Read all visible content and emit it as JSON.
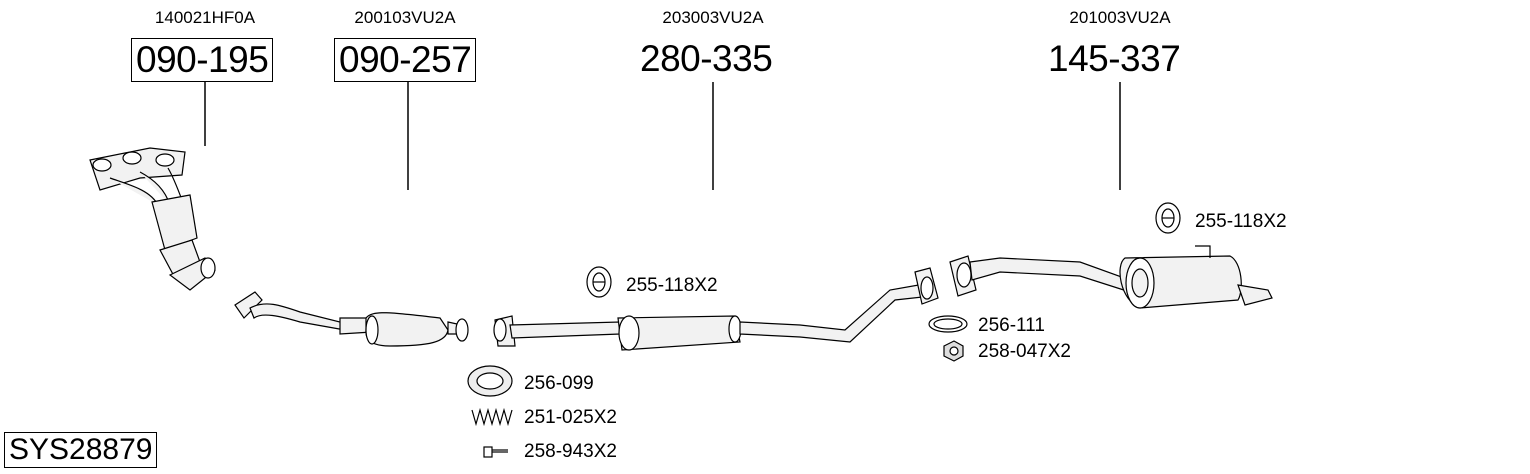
{
  "groups": [
    {
      "oem": "140021HF0A",
      "part": "090-195"
    },
    {
      "oem": "200103VU2A",
      "part": "090-257"
    },
    {
      "oem": "203003VU2A",
      "part": "280-335"
    },
    {
      "oem": "201003VU2A",
      "part": "145-337"
    }
  ],
  "accessories": {
    "clamp_a": "255-118X2",
    "clamp_b": "255-118X2",
    "gasket_ring": "256-099",
    "spring": "251-025X2",
    "bolt": "258-943X2",
    "gasket_flat": "256-111",
    "nut": "258-047X2"
  },
  "system_code": "SYS28879"
}
